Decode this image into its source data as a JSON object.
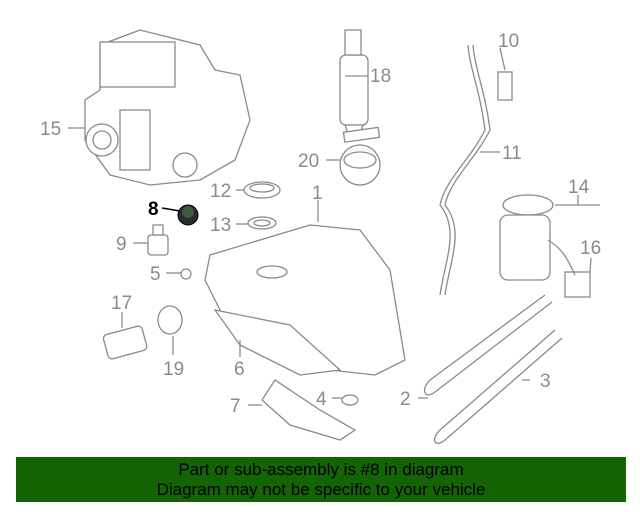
{
  "diagram": {
    "callouts": [
      "1",
      "2",
      "3",
      "4",
      "5",
      "6",
      "7",
      "8",
      "9",
      "10",
      "11",
      "12",
      "13",
      "14",
      "15",
      "16",
      "17",
      "18",
      "19",
      "20"
    ],
    "highlighted": "8",
    "highlight_color": "#000000"
  },
  "banner": {
    "line1": "Part or sub-assembly is #8 in diagram",
    "line2": "Diagram may not be specific to your vehicle",
    "background": "#146405"
  }
}
